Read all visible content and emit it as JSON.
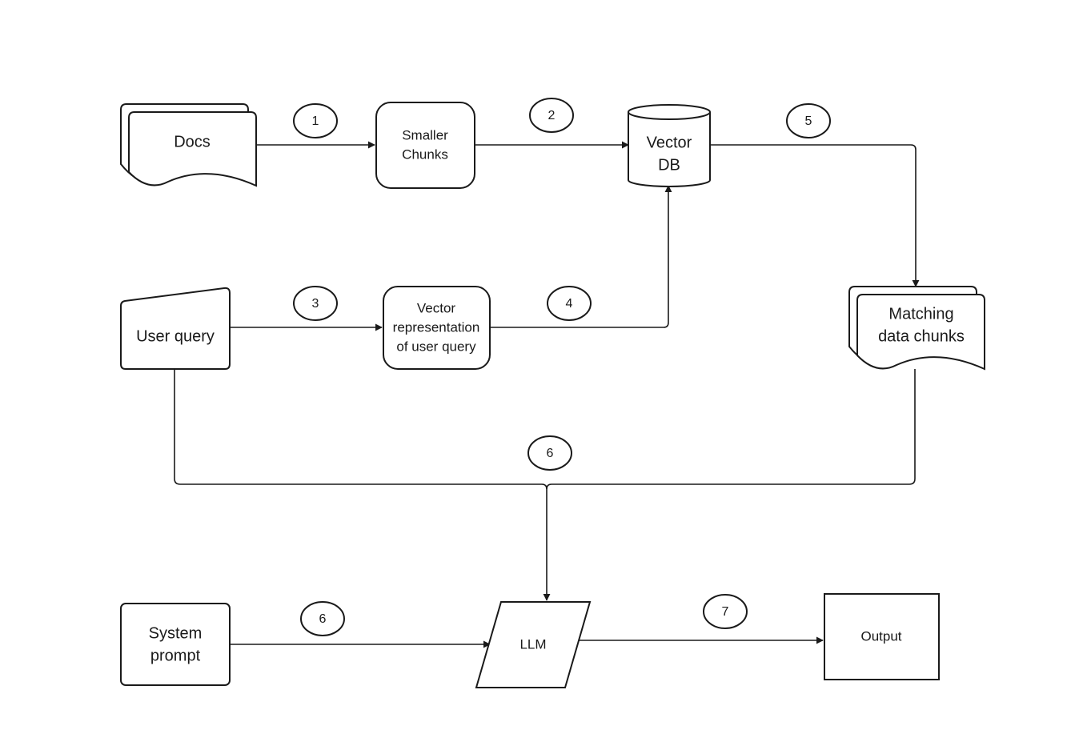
{
  "nodes": {
    "docs": "Docs",
    "smaller_chunks": [
      "Smaller",
      "Chunks"
    ],
    "vector_db": [
      "Vector",
      "DB"
    ],
    "user_query": "User query",
    "vector_representation": [
      "Vector",
      "representation",
      "of user query"
    ],
    "matching_chunks": [
      "Matching",
      "data chunks"
    ],
    "system_prompt": [
      "System",
      "prompt"
    ],
    "llm": "LLM",
    "output": "Output"
  },
  "steps": {
    "docs_to_chunks": "1",
    "chunks_to_db": "2",
    "query_to_vector": "3",
    "vector_to_db": "4",
    "db_to_matching": "5",
    "merge_to_llm": "6",
    "prompt_to_llm": "6",
    "llm_to_output": "7"
  }
}
